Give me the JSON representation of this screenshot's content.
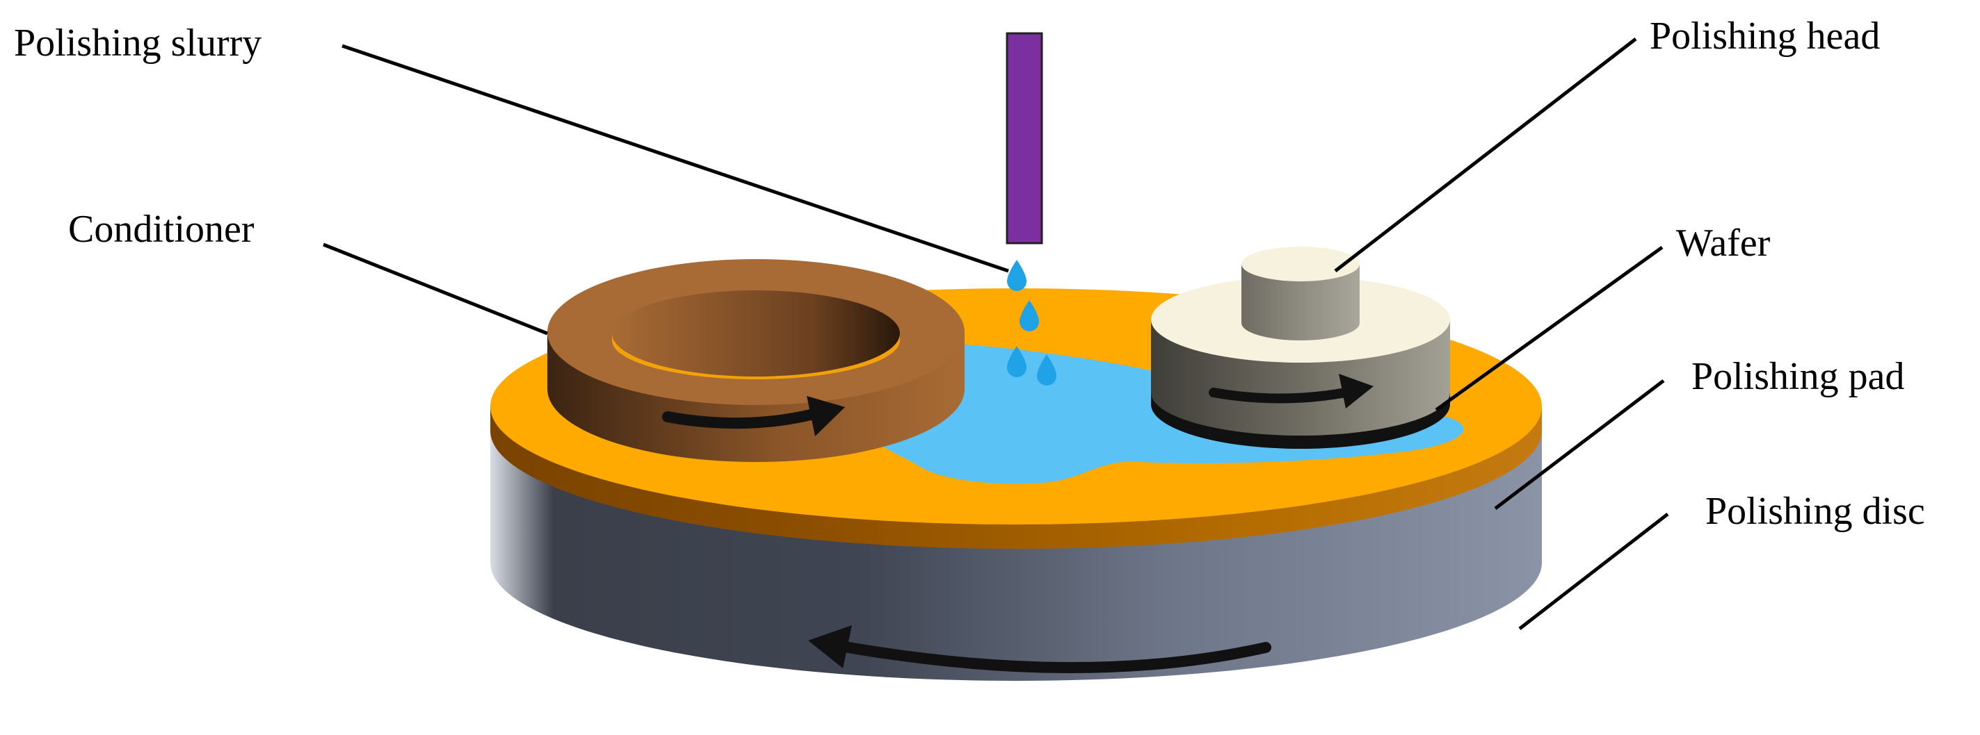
{
  "labels": {
    "polishing_slurry": "Polishing slurry",
    "polishing_head": "Polishing head",
    "conditioner": "Conditioner",
    "wafer": "Wafer",
    "polishing_pad": "Polishing pad",
    "polishing_disc": "Polishing disc"
  },
  "colors": {
    "pad": "#FFAA00",
    "pad_edge": "#B36B00",
    "disc": "#6F7A8C",
    "disc_dark": "#3A3F4A",
    "conditioner": "#A86B35",
    "conditioner_dark": "#3B2413",
    "slurry": "#5BC2F5",
    "nozzle": "#7B2FA0",
    "head_top": "#F6F2DD",
    "head_side": "#8E8B80",
    "wafer": "#111111",
    "arrow": "#111111"
  }
}
